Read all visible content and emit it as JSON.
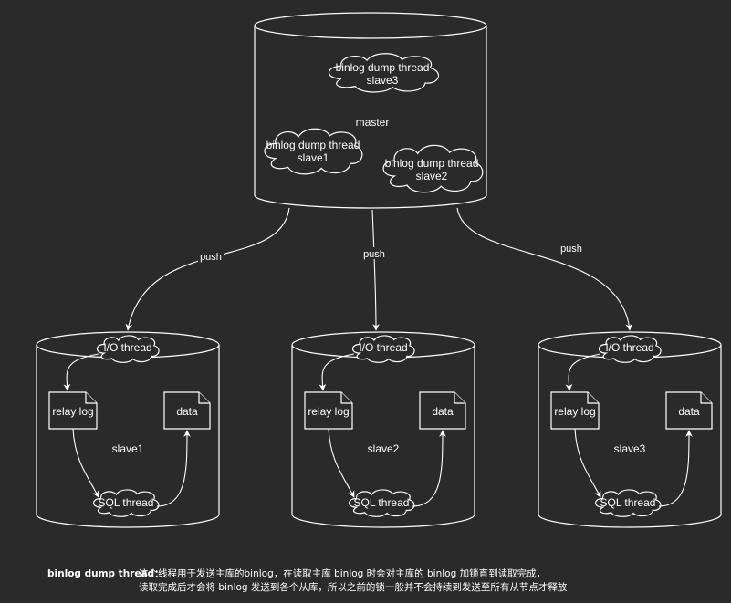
{
  "master": {
    "label": "master",
    "threads": [
      {
        "title": "binlog dump thread",
        "target": "slave3"
      },
      {
        "title": "binlog dump thread",
        "target": "slave1"
      },
      {
        "title": "binlog dump thread",
        "target": "slave2"
      }
    ]
  },
  "edges": {
    "push_label": "push"
  },
  "slaves": [
    {
      "label": "slave1",
      "io_thread": "I/O thread",
      "relay_log": "relay log",
      "data": "data",
      "sql_thread": "SQL thread"
    },
    {
      "label": "slave2",
      "io_thread": "I/O thread",
      "relay_log": "relay log",
      "data": "data",
      "sql_thread": "SQL thread"
    },
    {
      "label": "slave3",
      "io_thread": "I/O thread",
      "relay_log": "relay log",
      "data": "data",
      "sql_thread": "SQL thread"
    }
  ],
  "note": {
    "term": "binlog dump thread：",
    "line1": "这个线程用于发送主库的binlog，在读取主库 binlog 时会对主库的 binlog 加锁直到读取完成，",
    "line2": "读取完成后才会将 binlog 发送到各个从库，所以之前的锁一般并不会持续到发送至所有从节点才释放"
  },
  "colors": {
    "background": "#2a2a2a",
    "stroke": "#ffffff",
    "text": "#ffffff"
  }
}
